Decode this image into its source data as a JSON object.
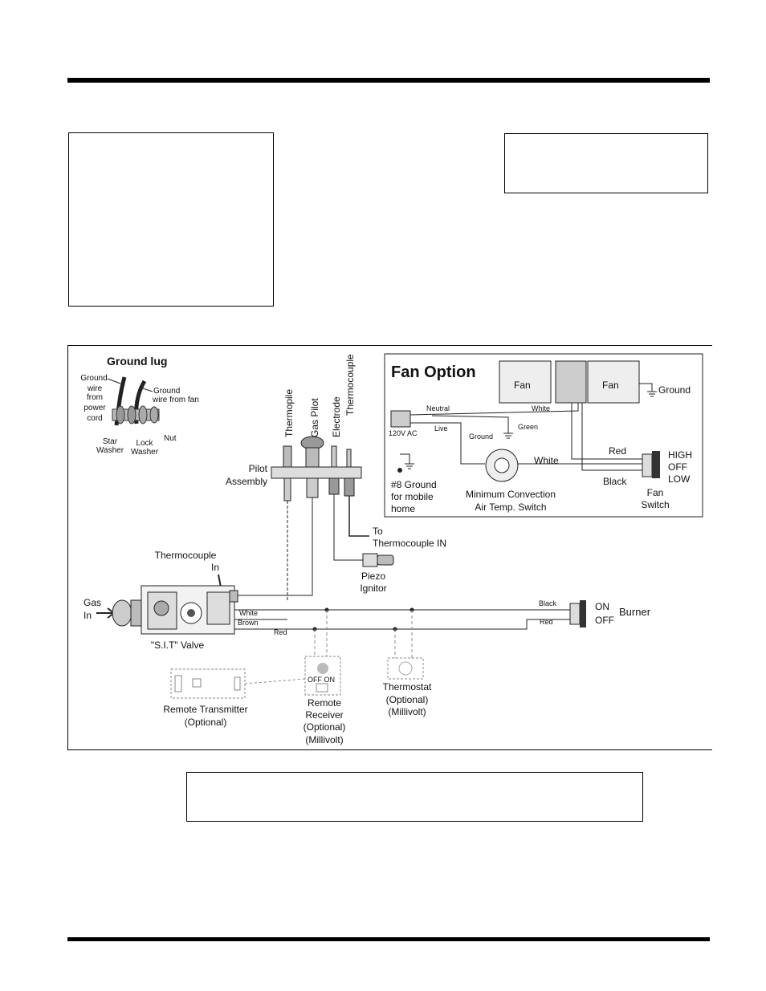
{
  "ground_lug": {
    "title": "Ground lug",
    "wire_from_cord": [
      "Ground",
      "wire",
      "from",
      "power",
      "cord"
    ],
    "wire_from_fan": [
      "Ground",
      "wire from fan"
    ],
    "nut": "Nut",
    "lock_washer": [
      "Lock",
      "Washer"
    ],
    "star_washer": [
      "Star",
      "Washer"
    ]
  },
  "pilot": {
    "thermopile": "Thermopile",
    "gas_pilot": "Gas Pilot",
    "electrode": "Electrode",
    "thermocouple": "Thermocouple",
    "assembly": [
      "Pilot",
      "Assembly"
    ],
    "to_tc_in": [
      "To",
      "Thermocouple IN"
    ],
    "piezo": [
      "Piezo",
      "Ignitor"
    ]
  },
  "fan_option": {
    "title": "Fan Option",
    "fan1": "Fan",
    "fan2": "Fan",
    "ground_right": "Ground",
    "neutral": "Neutral",
    "white_top": "White",
    "green": "Green",
    "live": "Live",
    "ground_mid": "Ground",
    "ac": "120V AC",
    "white_mid": "White",
    "red": "Red",
    "black": "Black",
    "high": "HIGH",
    "off": "OFF",
    "low": "LOW",
    "fan_switch": [
      "Fan",
      "Switch"
    ],
    "ground8": [
      "#8 Ground",
      "for mobile",
      "home"
    ],
    "min_conv": [
      "Minimum Convection",
      "Air Temp. Switch"
    ]
  },
  "valve": {
    "thermocouple_in": [
      "Thermocouple",
      "In"
    ],
    "gas_in": [
      "Gas",
      "In"
    ],
    "sit_valve": "\"S.I.T\" Valve",
    "white": "White",
    "brown": "Brown",
    "red": "Red"
  },
  "burner": {
    "black": "Black",
    "red": "Red",
    "on": "ON",
    "off": "OFF",
    "label": "Burner"
  },
  "accessories": {
    "remote_tx": [
      "Remote Transmitter",
      "(Optional)"
    ],
    "remote_rx": [
      "Remote",
      "Receiver",
      "(Optional)",
      "(Millivolt)"
    ],
    "off_on": "OFF  ON",
    "thermostat": [
      "Thermostat",
      "(Optional)",
      "(Millivolt)"
    ]
  }
}
